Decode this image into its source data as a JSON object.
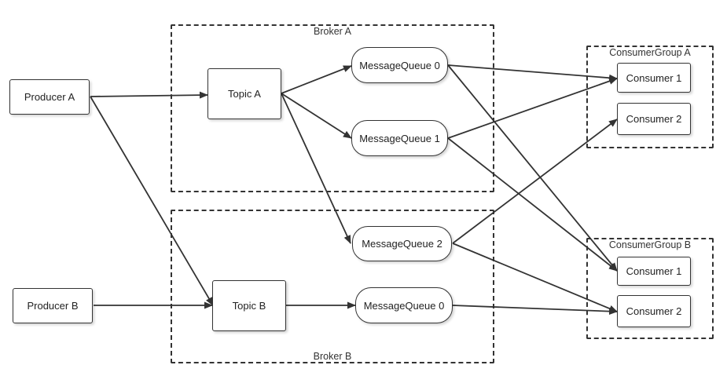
{
  "brokers": [
    {
      "key": "broker-a",
      "label": "Broker A"
    },
    {
      "key": "broker-b",
      "label": "Broker B"
    }
  ],
  "groups": [
    {
      "key": "consumergroup-a",
      "label": "ConsumerGroup A"
    },
    {
      "key": "consumergroup-b",
      "label": "ConsumerGroup B"
    }
  ],
  "nodes": {
    "producer_a": "Producer A",
    "producer_b": "Producer B",
    "topic_a": "Topic A",
    "topic_b": "Topic B",
    "mq_a0": "MessageQueue 0",
    "mq_a1": "MessageQueue 1",
    "mq_a2": "MessageQueue 2",
    "mq_b0": "MessageQueue 0",
    "cg_a_c1": "Consumer 1",
    "cg_a_c2": "Consumer 2",
    "cg_b_c1": "Consumer 1",
    "cg_b_c2": "Consumer 2"
  },
  "edges": [
    {
      "from": "producer_a",
      "to": "topic_a"
    },
    {
      "from": "producer_a",
      "to": "topic_b"
    },
    {
      "from": "producer_b",
      "to": "topic_b"
    },
    {
      "from": "topic_a",
      "to": "mq_a0"
    },
    {
      "from": "topic_a",
      "to": "mq_a1"
    },
    {
      "from": "topic_a",
      "to": "mq_a2"
    },
    {
      "from": "topic_b",
      "to": "mq_b0"
    },
    {
      "from": "mq_a0",
      "to": "cg_a_c1"
    },
    {
      "from": "mq_a0",
      "to": "cg_b_c1"
    },
    {
      "from": "mq_a1",
      "to": "cg_a_c1"
    },
    {
      "from": "mq_a1",
      "to": "cg_b_c1"
    },
    {
      "from": "mq_a2",
      "to": "cg_a_c2"
    },
    {
      "from": "mq_a2",
      "to": "cg_b_c2"
    },
    {
      "from": "mq_b0",
      "to": "cg_b_c2"
    }
  ],
  "colors": {
    "stroke": "#333333",
    "background": "#ffffff",
    "text": "#222222"
  }
}
